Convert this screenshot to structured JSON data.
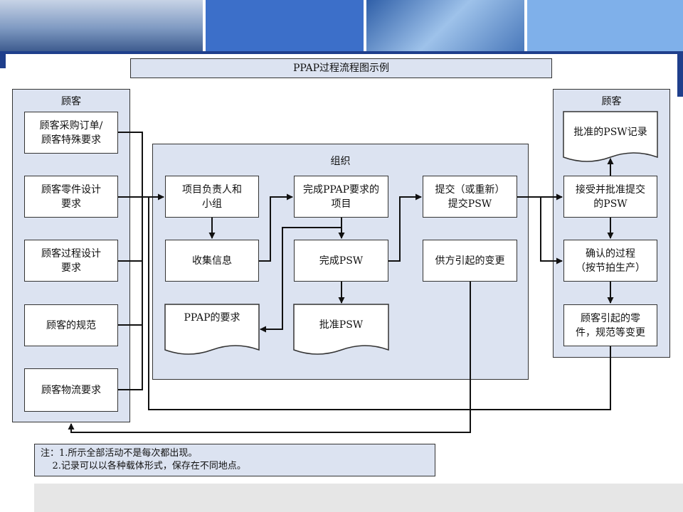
{
  "title": "PPAP过程流程图示例",
  "left_panel": {
    "label": "顾客",
    "items": [
      "顾客采购订单/\n顾客特殊要求",
      "顾客零件设计\n要求",
      "顾客过程设计\n要求",
      "顾客的规范",
      "顾客物流要求"
    ]
  },
  "org_panel": {
    "label": "组织",
    "project_leader": "项目负责人和\n小组",
    "collect_info": "收集信息",
    "ppap_requirements": "PPAP的要求",
    "complete_ppap": "完成PPAP要求的\n项目",
    "complete_psw": "完成PSW",
    "approve_psw": "批准PSW",
    "submit": "提交（或重新）\n提交PSW",
    "supplier_change": "供方引起的变更"
  },
  "right_panel": {
    "label": "顾客",
    "record": "批准的PSW记录",
    "accept": "接受并批准提交\n的PSW",
    "confirm": "确认的过程\n（按节拍生产）",
    "customer_change": "顾客引起的零\n件，规范等变更"
  },
  "notes": [
    "注：1.所示全部活动不是每次都出现。",
    "    2.记录可以以各种载体形式，保存在不同地点。"
  ]
}
